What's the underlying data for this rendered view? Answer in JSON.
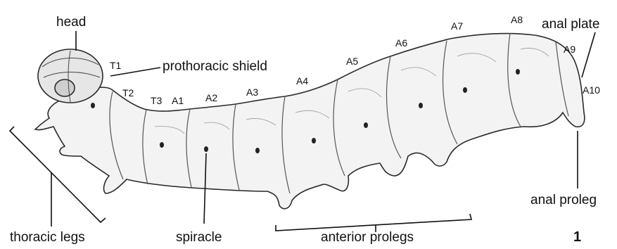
{
  "figure": {
    "number": "1",
    "labels": {
      "head": "head",
      "prothoracic_shield": "prothoracic shield",
      "anal_plate": "anal plate",
      "thoracic_legs": "thoracic legs",
      "spiracle": "spiracle",
      "anterior_prolegs": "anterior prolegs",
      "anal_proleg": "anal proleg"
    },
    "segments": [
      "T1",
      "T2",
      "T3",
      "A1",
      "A2",
      "A3",
      "A4",
      "A5",
      "A6",
      "A7",
      "A8",
      "A9",
      "A10"
    ]
  }
}
